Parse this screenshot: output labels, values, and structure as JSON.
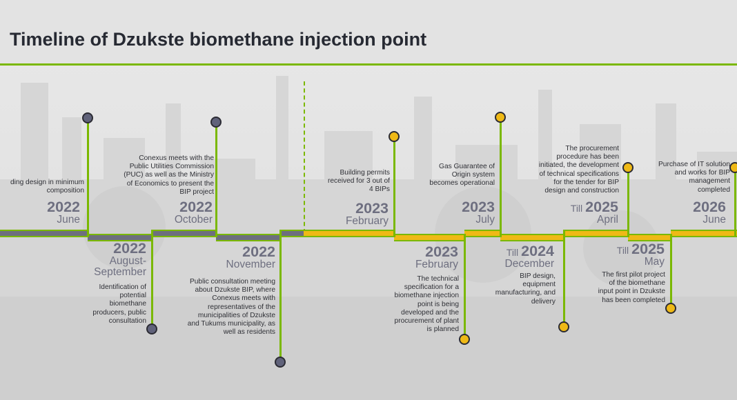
{
  "title": "Timeline of Dzukste biomethane injection point",
  "colors": {
    "accent_green": "#7ab800",
    "done_gray": "#6d6f7e",
    "future_gold": "#efb916",
    "label_gray": "#6e6f80",
    "title_dark": "#272a33"
  },
  "events": [
    {
      "prefix": "",
      "year": "2022",
      "month": "June",
      "description": [
        "ding design in minimum",
        "composition"
      ],
      "status": "completed"
    },
    {
      "prefix": "",
      "year": "2022",
      "month": "August-September",
      "month_lines": [
        "August-",
        "September"
      ],
      "description": [
        "Identification of",
        "potential",
        "biomethane",
        "producers, public",
        "consultation"
      ],
      "status": "completed"
    },
    {
      "prefix": "",
      "year": "2022",
      "month": "October",
      "description": [
        "Conexus meets with the",
        "Public Utilities Commission",
        "(PUC) as well as the Ministry",
        "of Economics to present the",
        "BIP project"
      ],
      "status": "completed"
    },
    {
      "prefix": "",
      "year": "2022",
      "month": "November",
      "description": [
        "Public consultation meeting",
        "about Dzukste BIP, where",
        "Conexus meets with",
        "representatives of the",
        "municipalities of Dzukste",
        "and Tukums municipality, as",
        "well as residents"
      ],
      "status": "completed"
    },
    {
      "prefix": "",
      "year": "2023",
      "month": "February",
      "description": [
        "Building permits",
        "received for 3 out of",
        "4 BIPs"
      ],
      "status": "planned"
    },
    {
      "prefix": "",
      "year": "2023",
      "month": "February",
      "description": [
        "The technical",
        "specification for a",
        "biomethane injection",
        "point is being",
        "developed and the",
        "procurement of plant",
        "is planned"
      ],
      "status": "planned"
    },
    {
      "prefix": "",
      "year": "2023",
      "month": "July",
      "description": [
        "Gas Guarantee of",
        "Origin system",
        "becomes operational"
      ],
      "status": "planned"
    },
    {
      "prefix": "Till",
      "year": "2024",
      "month": "December",
      "description": [
        "BIP design,",
        "equipment",
        "manufacturing, and",
        "delivery"
      ],
      "status": "planned"
    },
    {
      "prefix": "Till",
      "year": "2025",
      "month": "April",
      "description": [
        "The procurement",
        "procedure has been",
        "initiated, the development",
        "of technical specifications",
        "for the tender for BIP",
        "design and construction"
      ],
      "status": "planned"
    },
    {
      "prefix": "Till",
      "year": "2025",
      "month": "May",
      "description": [
        "The first pilot project",
        "of the biomethane",
        "input point in Dzukste",
        "has been completed"
      ],
      "status": "planned"
    },
    {
      "prefix": "",
      "year": "2026",
      "month": "June",
      "description": [
        "Purchase of IT solution",
        "and works for BIP",
        "management",
        "completed"
      ],
      "status": "planned"
    }
  ]
}
